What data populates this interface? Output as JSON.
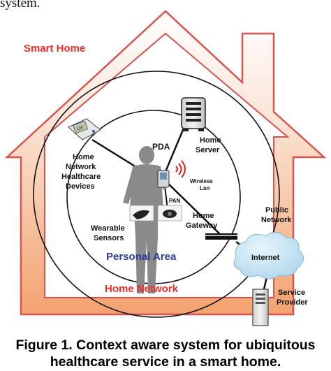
{
  "page": {
    "top_text": "system.",
    "caption_line1": "Figure 1. Context aware system for ubiquitous",
    "caption_line2": "healthcare service in a smart home."
  },
  "diagram": {
    "smart_home_title": "Smart Home",
    "home_network_title": "Home Network",
    "personal_area_title": "Personal Area",
    "pda_label": "PDA",
    "home_server_line1": "Home",
    "home_server_line2": "Server",
    "hn_devices_line1": "Home",
    "hn_devices_line2": "Network",
    "hn_devices_line3": "Healthcare",
    "hn_devices_line4": "Devices",
    "wireless_line1": "Wireless",
    "wireless_line2": "Lan",
    "pan_label": "PAN",
    "gateway_line1": "Home",
    "gateway_line2": "Gateway",
    "wearable_line1": "Wearable",
    "wearable_line2": "Sensors",
    "public_net_line1": "Public",
    "public_net_line2": "Network",
    "internet_label": "Internet",
    "service_line1": "Service",
    "service_line2": "Provider",
    "device_screen_text": "120"
  },
  "colors": {
    "house_outline": "#d9534f",
    "house_fill_top": "#ffffff",
    "house_fill_bottom": "#f3a26f",
    "smart_home_text": "#e8302a",
    "home_network_text": "#e8302a",
    "personal_area_text": "#2a3c9e",
    "cloud_fill": "#cfe8f5",
    "silhouette": "#8a8a8a"
  }
}
